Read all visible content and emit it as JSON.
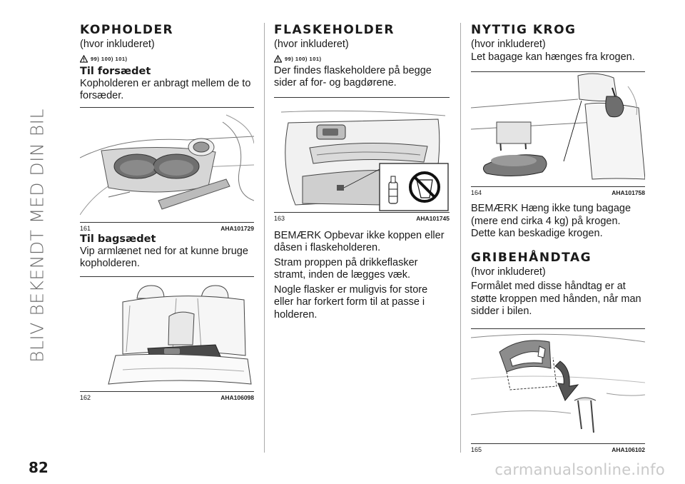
{
  "side_title": "BLIV BEKENDT MED DIN BIL",
  "page_number": "82",
  "watermark": "carmanualsonline.info",
  "col1": {
    "heading": "KOPHOLDER",
    "included": "(hvor inkluderet)",
    "warning_refs": "99)  100)  101)",
    "sub1": "Til forsædet",
    "text1": "Kopholderen er anbragt mellem de to forsæder.",
    "fig1": {
      "number": "161",
      "code": "AHA101729"
    },
    "sub2": "Til bagsædet",
    "text2": "Vip armlænet ned for at kunne bruge kopholderen.",
    "fig2": {
      "number": "162",
      "code": "AHA106098"
    }
  },
  "col2": {
    "heading": "FLASKEHOLDER",
    "included": "(hvor inkluderet)",
    "warning_refs": "99)  100)  101)",
    "text1": "Der findes flaskeholdere på begge sider af for- og bagdørene.",
    "fig": {
      "number": "163",
      "code": "AHA101745"
    },
    "text2": "BEMÆRK Opbevar ikke koppen eller dåsen i flaskeholderen.",
    "text3": "Stram proppen på drikkeflasker stramt, inden de lægges væk.",
    "text4": "Nogle flasker er muligvis for store eller har forkert form til at passe i holderen."
  },
  "col3": {
    "heading1": "NYTTIG KROG",
    "included1": "(hvor inkluderet)",
    "text1": "Let bagage kan hænges fra krogen.",
    "fig1": {
      "number": "164",
      "code": "AHA101758"
    },
    "text2": "BEMÆRK Hæng ikke tung bagage (mere end cirka 4 kg) på krogen. Dette kan beskadige krogen.",
    "heading2": "GRIBEHÅNDTAG",
    "included2": "(hvor inkluderet)",
    "text3": "Formålet med disse håndtag er at støtte kroppen med hånden, når man sidder i bilen.",
    "fig2": {
      "number": "165",
      "code": "AHA106102"
    }
  }
}
